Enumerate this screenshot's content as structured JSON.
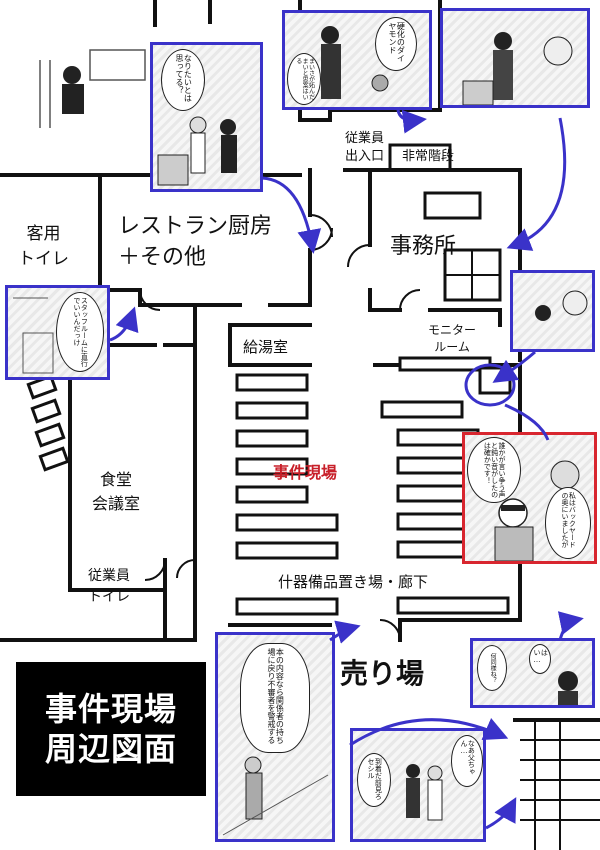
{
  "title": [
    "事件現場",
    "周辺図面"
  ],
  "rooms": {
    "guest_toilet": [
      "客用",
      "トイレ"
    ],
    "restaurant_kitchen": [
      "レストラン厨房",
      "＋その他"
    ],
    "office": "事務所",
    "staff_entrance": [
      "従業員",
      "出入口"
    ],
    "emergency_stairs": "非常階段",
    "monitor_room": [
      "モニター",
      "ルーム"
    ],
    "kitchenette": "給湯室",
    "crime_scene": "事件現場",
    "cafeteria": [
      "食堂",
      "会議室"
    ],
    "staff_toilet": [
      "従業員",
      "トイレ"
    ],
    "storage_hallway": "什器備品置き場・廊下",
    "sales_floor": "売り場"
  },
  "bubbles": {
    "p_kitchen": "なりたいとは思ってる？",
    "p_top_mid_1": "硬化のダイヤモンド",
    "p_top_mid_2": "まいさが妬んだまいと思案はいる",
    "p_left": "スタッフルームに直行でいいんだっけ",
    "p_red_1": "誰かが言い争う声と鈍い音がしたのは確かです！",
    "p_red_2": "私はバックヤードの奥にいましたが",
    "p_bottom_left": "本の内容なら関係者の持ち場に戻り不審者を警戒する",
    "p_bottom_mid_1": "到着だ前見ろセシル",
    "p_bottom_mid_2": "なあ父ちゃん…",
    "p_bottom_right_1": "はい…",
    "p_bottom_right_2": "何同様ね？"
  },
  "colors": {
    "panel_border": "#3a32c9",
    "highlight_border": "#d8262f",
    "crime_scene_text": "#c8202a",
    "arrow": "#3a32c9"
  }
}
